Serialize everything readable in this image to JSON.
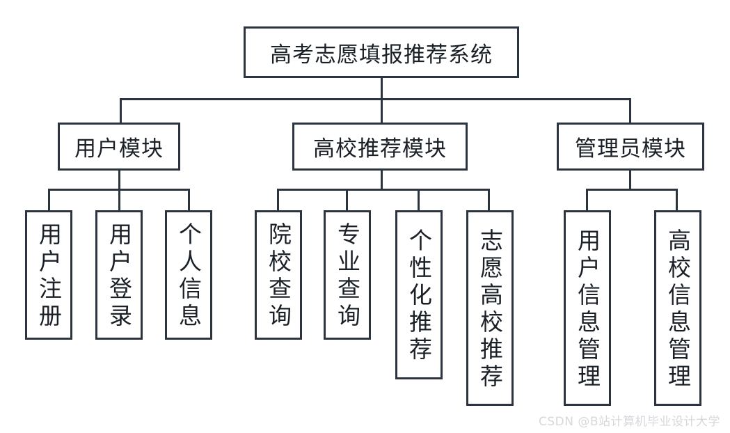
{
  "diagram": {
    "type": "tree",
    "orientation": "top-down",
    "root": {
      "label": "高考志愿填报推荐系统"
    },
    "modules": [
      {
        "label": "用户模块",
        "leaves": [
          {
            "label": "用户注册"
          },
          {
            "label": "用户登录"
          },
          {
            "label": "个人信息"
          }
        ]
      },
      {
        "label": "高校推荐模块",
        "leaves": [
          {
            "label": "院校查询"
          },
          {
            "label": "专业查询"
          },
          {
            "label": "个性化推荐"
          },
          {
            "label": "志愿高校推荐"
          }
        ]
      },
      {
        "label": "管理员模块",
        "leaves": [
          {
            "label": "用户信息管理"
          },
          {
            "label": "高校信息管理"
          }
        ]
      }
    ]
  },
  "style": {
    "stroke_color": "#2c3440",
    "text_color": "#1b2027",
    "background_color": "#ffffff",
    "watermark_color": "#d6d8dc"
  },
  "watermark": {
    "text": "CSDN @B站计算机毕业设计大学"
  }
}
